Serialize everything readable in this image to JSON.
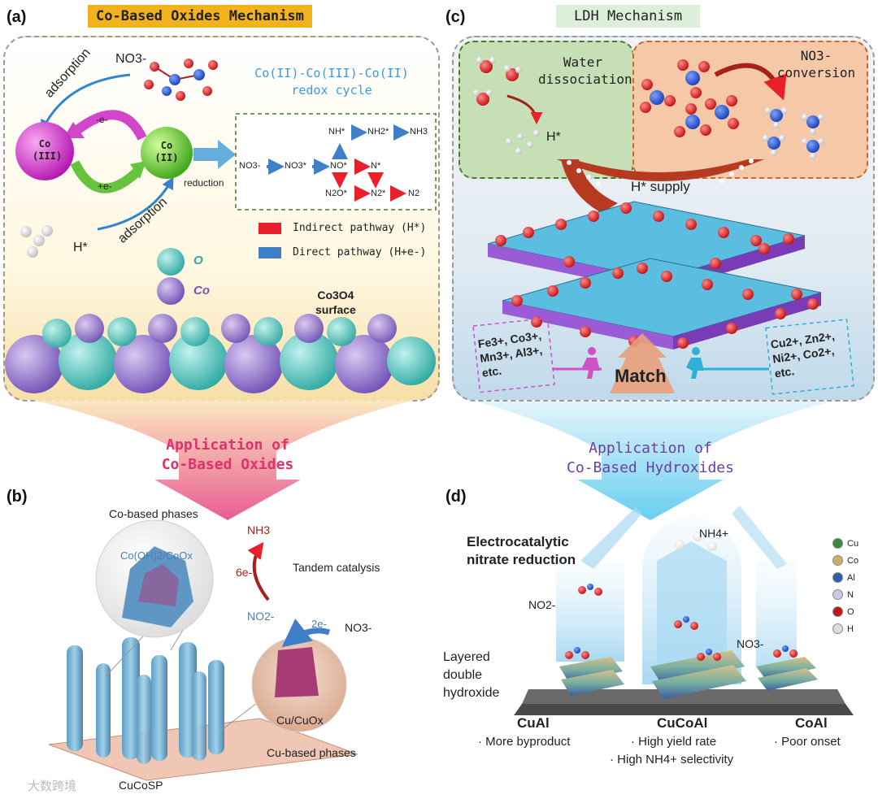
{
  "panel_a": {
    "label": "(a)",
    "title": "Co-Based Oxides Mechanism",
    "no3": "NO3-",
    "adsorption_top": "adsorption",
    "adsorption_bottom": "adsorption",
    "minus_e": "-e-",
    "plus_e": "+e-",
    "co3_line1": "Co",
    "co3_line2": "(III)",
    "co2_line1": "Co",
    "co2_line2": "(II)",
    "reduction": "reduction",
    "h_star": "H*",
    "redox_line1": "Co(II)-Co(III)-Co(II)",
    "redox_line2": "redox cycle",
    "pathway": {
      "nh": "NH*",
      "nh2": "NH2*",
      "nh3": "NH3",
      "no3a": "NO3-",
      "no3b": "NO3*",
      "no": "NO*",
      "n": "N*",
      "n2o": "N2O*",
      "n2": "N2*",
      "n2g": "N2"
    },
    "legend_indirect": "Indirect pathway (H*)",
    "legend_direct": "Direct pathway (H+e-)",
    "legend_indirect_color": "#e8202a",
    "legend_direct_color": "#3f7fc8",
    "o_label": "O",
    "co_label": "Co",
    "surface_line1": "Co3O4",
    "surface_line2": "surface"
  },
  "application_a_line1": "Application of",
  "application_a_line2": "Co-Based Oxides",
  "panel_c": {
    "label": "(c)",
    "title": "LDH Mechanism",
    "water_line1": "Water",
    "water_line2": "dissociation",
    "h_star": "H*",
    "no3_conv_line1": "NO3-",
    "no3_conv_line2": "conversion",
    "h_supply": "H* supply",
    "left_ions": "Fe3+, Co3+, Mn3+, Al3+, etc.",
    "right_ions": "Cu2+, Zn2+, Ni2+, Co2+, etc.",
    "match": "Match"
  },
  "application_c_line1": "Application of",
  "application_c_line2": "Co-Based Hydroxides",
  "panel_b": {
    "label": "(b)",
    "co_phases": "Co-based phases",
    "co_oh": "Co(OH)2/CoOx",
    "nh3": "NH3",
    "six_e": "6e-",
    "tandem": "Tandem catalysis",
    "no2": "NO2-",
    "two_e": "2e-",
    "no3": "NO3-",
    "cu_cuo": "Cu/CuOx",
    "cu_phases": "Cu-based phases",
    "cucosp": "CuCoSP"
  },
  "panel_d": {
    "label": "(d)",
    "title_line1": "Electrocatalytic",
    "title_line2": "nitrate reduction",
    "nh4": "NH4+",
    "no2": "NO2-",
    "no3": "NO3-",
    "ldh_line1": "Layered",
    "ldh_line2": "double",
    "ldh_line3": "hydroxide",
    "legend": [
      {
        "name": "Cu",
        "color": "#3f8a3a"
      },
      {
        "name": "Co",
        "color": "#c9b06a"
      },
      {
        "name": "Al",
        "color": "#2e5fa8"
      },
      {
        "name": "N",
        "color": "#c9c9e8"
      },
      {
        "name": "O",
        "color": "#c01818"
      },
      {
        "name": "H",
        "color": "#dddddd"
      }
    ],
    "cual": "CuAl",
    "cual_note": "· More byproduct",
    "cucoal": "CuCoAl",
    "cucoal_note1": "· High yield rate",
    "cucoal_note2": "· High NH4+ selectivity",
    "coal": "CoAl",
    "coal_note": "· Poor onset"
  },
  "watermark": "大数跨境"
}
